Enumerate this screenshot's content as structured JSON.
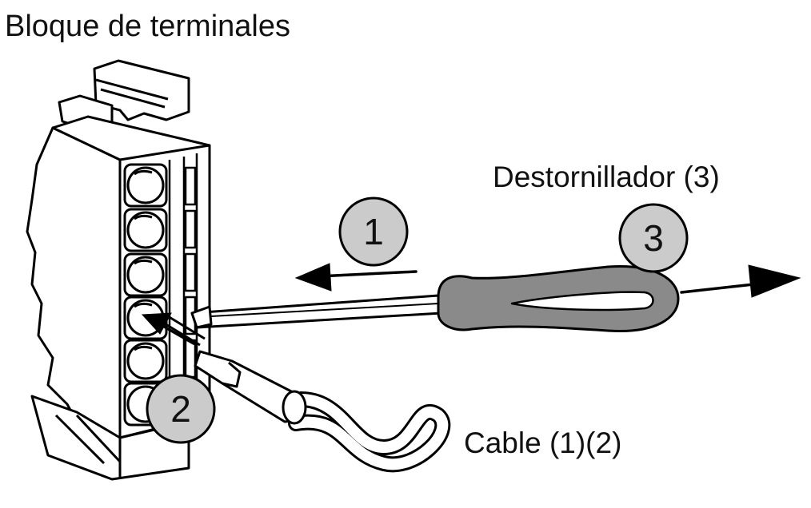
{
  "labels": {
    "terminal_block": "Bloque de terminales",
    "screwdriver": "Destornillador (3)",
    "cable": "Cable (1)(2)"
  },
  "steps": [
    {
      "number": "1"
    },
    {
      "number": "2"
    },
    {
      "number": "3"
    }
  ],
  "colors": {
    "line": "#000000",
    "step_circle_fill": "#cbcbcb",
    "screwdriver_fill": "#8a8a8a",
    "wire_fill": "#9a9a9a"
  }
}
